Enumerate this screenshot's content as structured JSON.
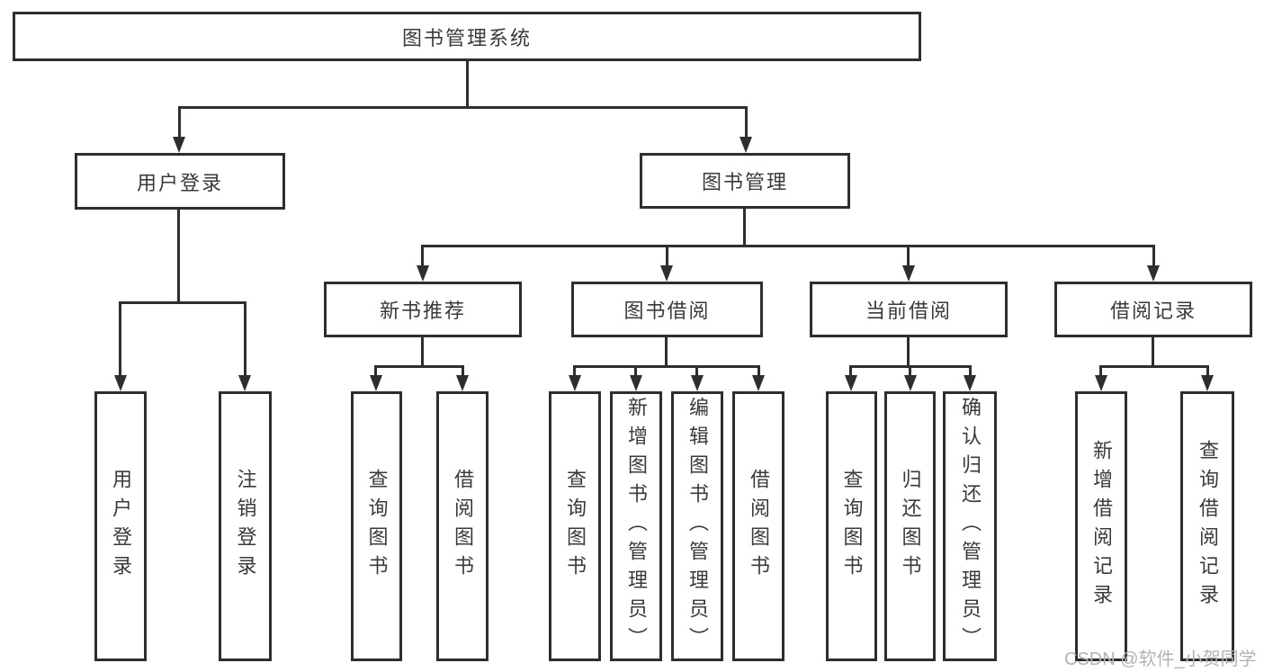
{
  "diagram_title": "图书管理系统",
  "watermark": "CSDN @软件_小贺同学",
  "colors": {
    "line": "#2e2e2e",
    "text": "#3a3a3a",
    "background": "#ffffff",
    "watermark": "#b3b3b3"
  },
  "nodes": {
    "root": "图书管理系统",
    "level2": [
      "用户登录",
      "图书管理"
    ],
    "level3": [
      "新书推荐",
      "图书借阅",
      "当前借阅",
      "借阅记录"
    ],
    "leaves": {
      "user_login": [
        "用户登录",
        "注销登录"
      ],
      "new_book": [
        "查询图书",
        "借阅图书"
      ],
      "book_borrow": [
        "查询图书",
        "新增图书（管理员）",
        "编辑图书（管理员）",
        "借阅图书"
      ],
      "current_borrow": [
        "查询图书",
        "归还图书",
        "确认归还（管理员）"
      ],
      "borrow_record": [
        "新增借阅记录",
        "查询借阅记录"
      ]
    }
  }
}
